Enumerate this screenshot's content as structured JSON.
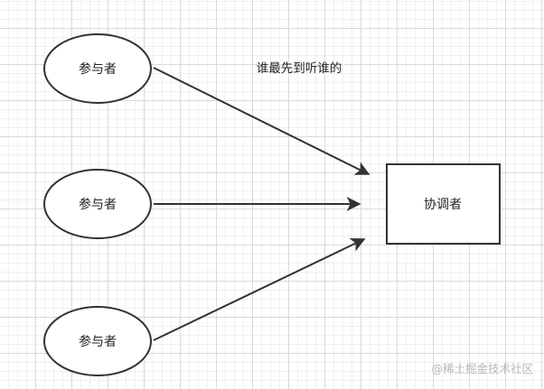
{
  "diagram": {
    "participants": [
      {
        "label": "参与者"
      },
      {
        "label": "参与者"
      },
      {
        "label": "参与者"
      }
    ],
    "coordinator": {
      "label": "协调者"
    },
    "edge_label": "谁最先到听谁的"
  },
  "colors": {
    "stroke": "#333333",
    "grid_major": "#d9d9d9",
    "grid_minor": "#f0f0f0",
    "background": "#ffffff",
    "watermark": "#b8b8b8"
  },
  "watermark": "@稀土掘金技术社区"
}
